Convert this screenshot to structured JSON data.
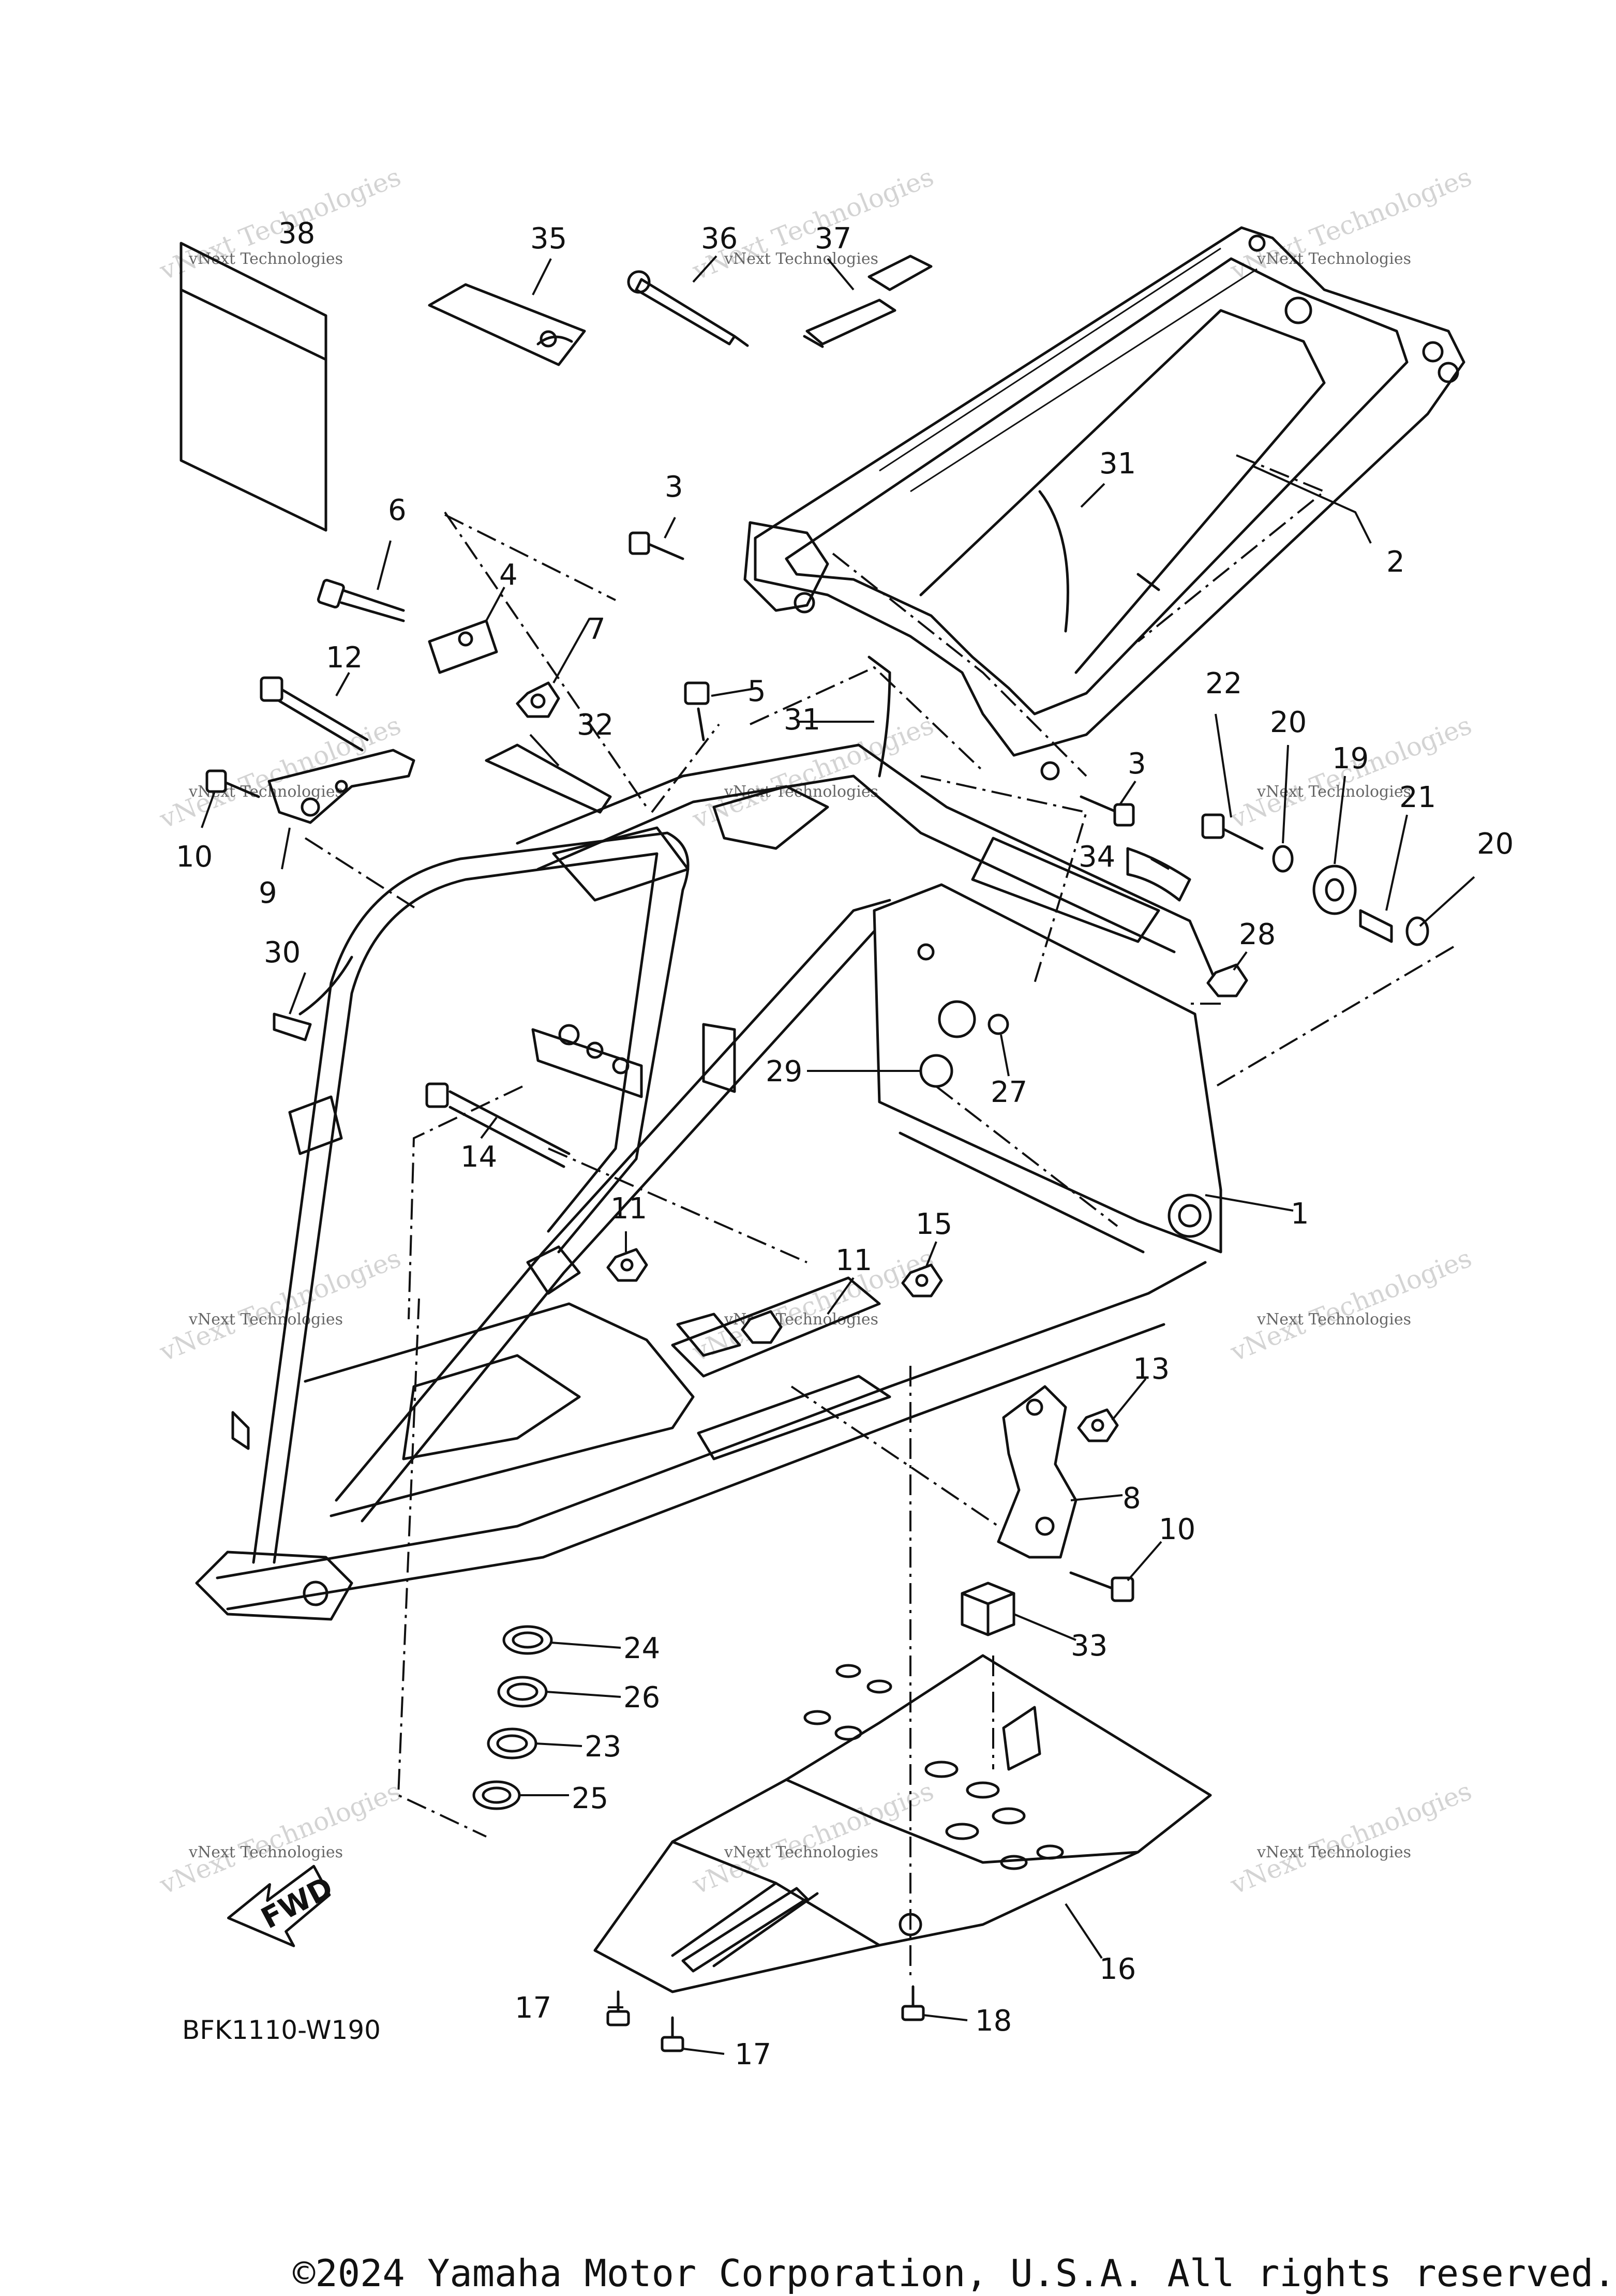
{
  "diagram": {
    "drawing_code": "BFK1110-W190",
    "direction_label": "FWD",
    "watermark": "vNext Technologies",
    "copyright": "©2024 Yamaha Motor Corporation, U.S.A. All rights reserved.",
    "callouts": [
      "1",
      "2",
      "3",
      "3",
      "4",
      "5",
      "6",
      "7",
      "8",
      "9",
      "10",
      "10",
      "11",
      "11",
      "12",
      "13",
      "14",
      "15",
      "16",
      "17",
      "17",
      "18",
      "19",
      "20",
      "20",
      "21",
      "22",
      "23",
      "24",
      "25",
      "26",
      "27",
      "28",
      "29",
      "30",
      "31",
      "31",
      "32",
      "33",
      "34",
      "35",
      "36",
      "37",
      "38"
    ]
  }
}
